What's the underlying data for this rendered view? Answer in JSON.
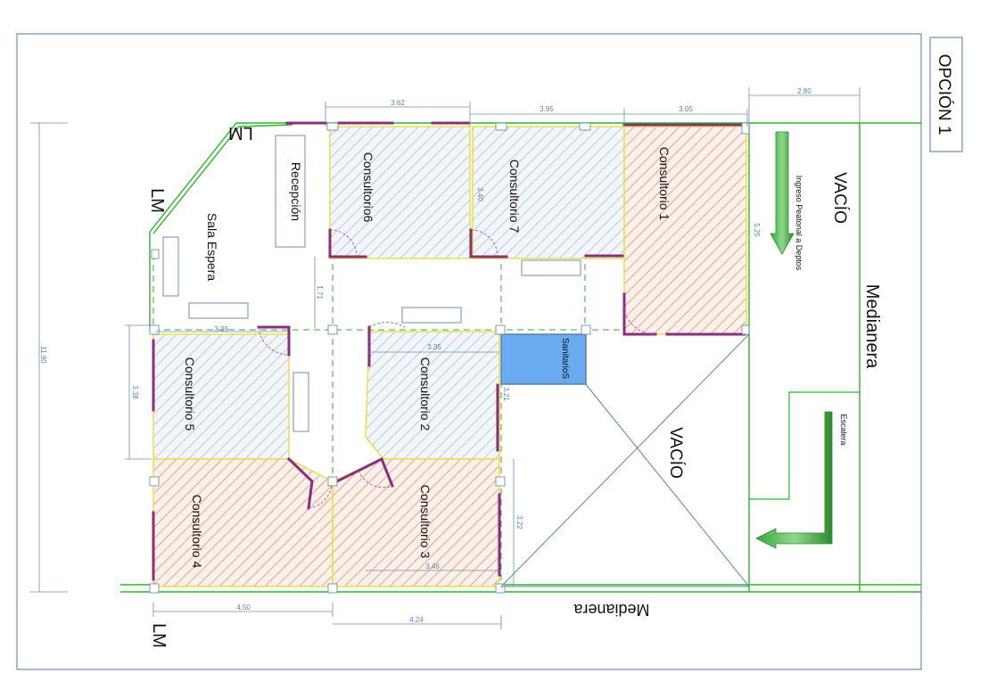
{
  "title": "OPCIÓN 1",
  "labels": {
    "lm_top": "LM",
    "lm_left": "LM",
    "lm_bottom": "LM",
    "recepcion": "Recepción",
    "sala_espera": "Sala Espera",
    "consultorio6": "Consultorio6",
    "consultorio7": "Consultorio 7",
    "consultorio1": "Consultorio 1",
    "consultorio5": "Consultorio 5",
    "consultorio2": "Consultorio 2",
    "consultorio3": "Consultorio 3",
    "consultorio4": "Consultorio 4",
    "sanitarios": "SanitarioS",
    "vacio_top": "VACÍO",
    "vacio_mid": "VACÍO",
    "ingreso": "Ingreso Peatonal  a Deptos",
    "medianera_right": "Medianera",
    "medianera_bottom": "Medianera",
    "escalera": "Escalera"
  },
  "dimensions": {
    "d_362": "3.62",
    "d_395": "3.95",
    "d_305": "3.05",
    "d_280": "2.80",
    "d_1190": "11.90",
    "d_525": "5.25",
    "d_340": "3.40",
    "d_171": "1.71",
    "d_339": "3.39",
    "d_335": "3.35",
    "d_338": "3.38",
    "d_321": "3.21",
    "d_322": "3.22",
    "d_346": "3.46",
    "d_450": "4.50",
    "d_424": "4.24"
  },
  "colors": {
    "frame": "#6d8fb0",
    "property_line": "#2db52d",
    "wall": "#8b2e7e",
    "room_outline": "#e8e04a",
    "hatch_blue": "#9bbcd4",
    "hatch_orange": "#e08a5a",
    "sanitario_fill": "#6aaaf0",
    "axis_dashed": "#3ea63e",
    "arrow_green": "#2d9a2d"
  }
}
